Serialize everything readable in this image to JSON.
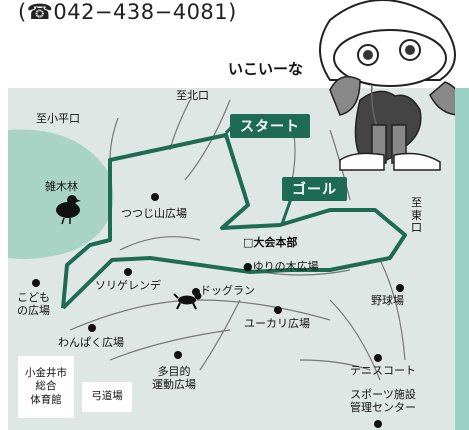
{
  "phone": {
    "icon": "telephone-icon",
    "text": "(☎042−438−4081)"
  },
  "mascot": {
    "name": "いこいーな"
  },
  "route": {
    "start_label": "スタート",
    "goal_label": "ゴール",
    "color": "#1e6b54"
  },
  "directions": {
    "north": "至北口",
    "kodaira": "至小平口",
    "east": "至\n東\n口"
  },
  "places": {
    "zokibayashi": "雑木林",
    "tsutsujiyama": "つつじ山広場",
    "honbu": "□大会本部",
    "yurinoki": "●ゆりの木広場",
    "kodomo": "こども\nの広場",
    "sorigerende": "ソリゲレンデ",
    "dogrun": "ドッグラン",
    "yakyujo": "野球場",
    "yukari": "ユーカリ広場",
    "wanpaku": "わんぱく広場",
    "tamokuteki": "多目的\n運動広場",
    "tennis": "テニスコート",
    "sports_center": "スポーツ施設\n管理センター",
    "gymnasium": "小金井市\n総合\n体育館",
    "archery": "弓道場"
  },
  "colors": {
    "park": "#dfe7e4",
    "forest": "#a9d4c5",
    "route": "#1e6b54",
    "road": "#777777",
    "sidebar": "#9bd1c4"
  }
}
